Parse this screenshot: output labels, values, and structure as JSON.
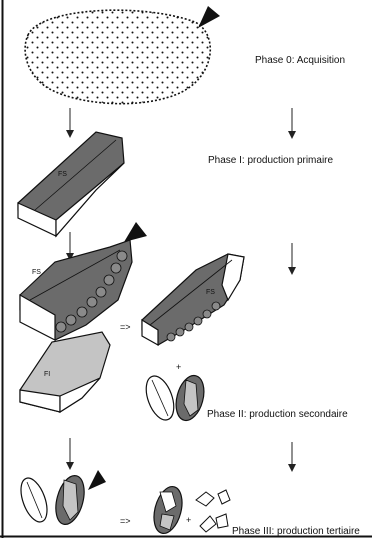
{
  "phases": [
    {
      "label": "Phase 0: Acquisition"
    },
    {
      "label": "Phase I: production primaire"
    },
    {
      "label": "Phase II: production secondaire"
    },
    {
      "label": "Phase III: production tertiaire"
    }
  ],
  "labels": {
    "fs": "FS",
    "fi": "FI",
    "implies": "=>",
    "plus": "+"
  },
  "colors": {
    "dark_face": "#6b6b6b",
    "light_face": "#c4c4c4",
    "outline": "#111111",
    "background": "#ffffff"
  }
}
